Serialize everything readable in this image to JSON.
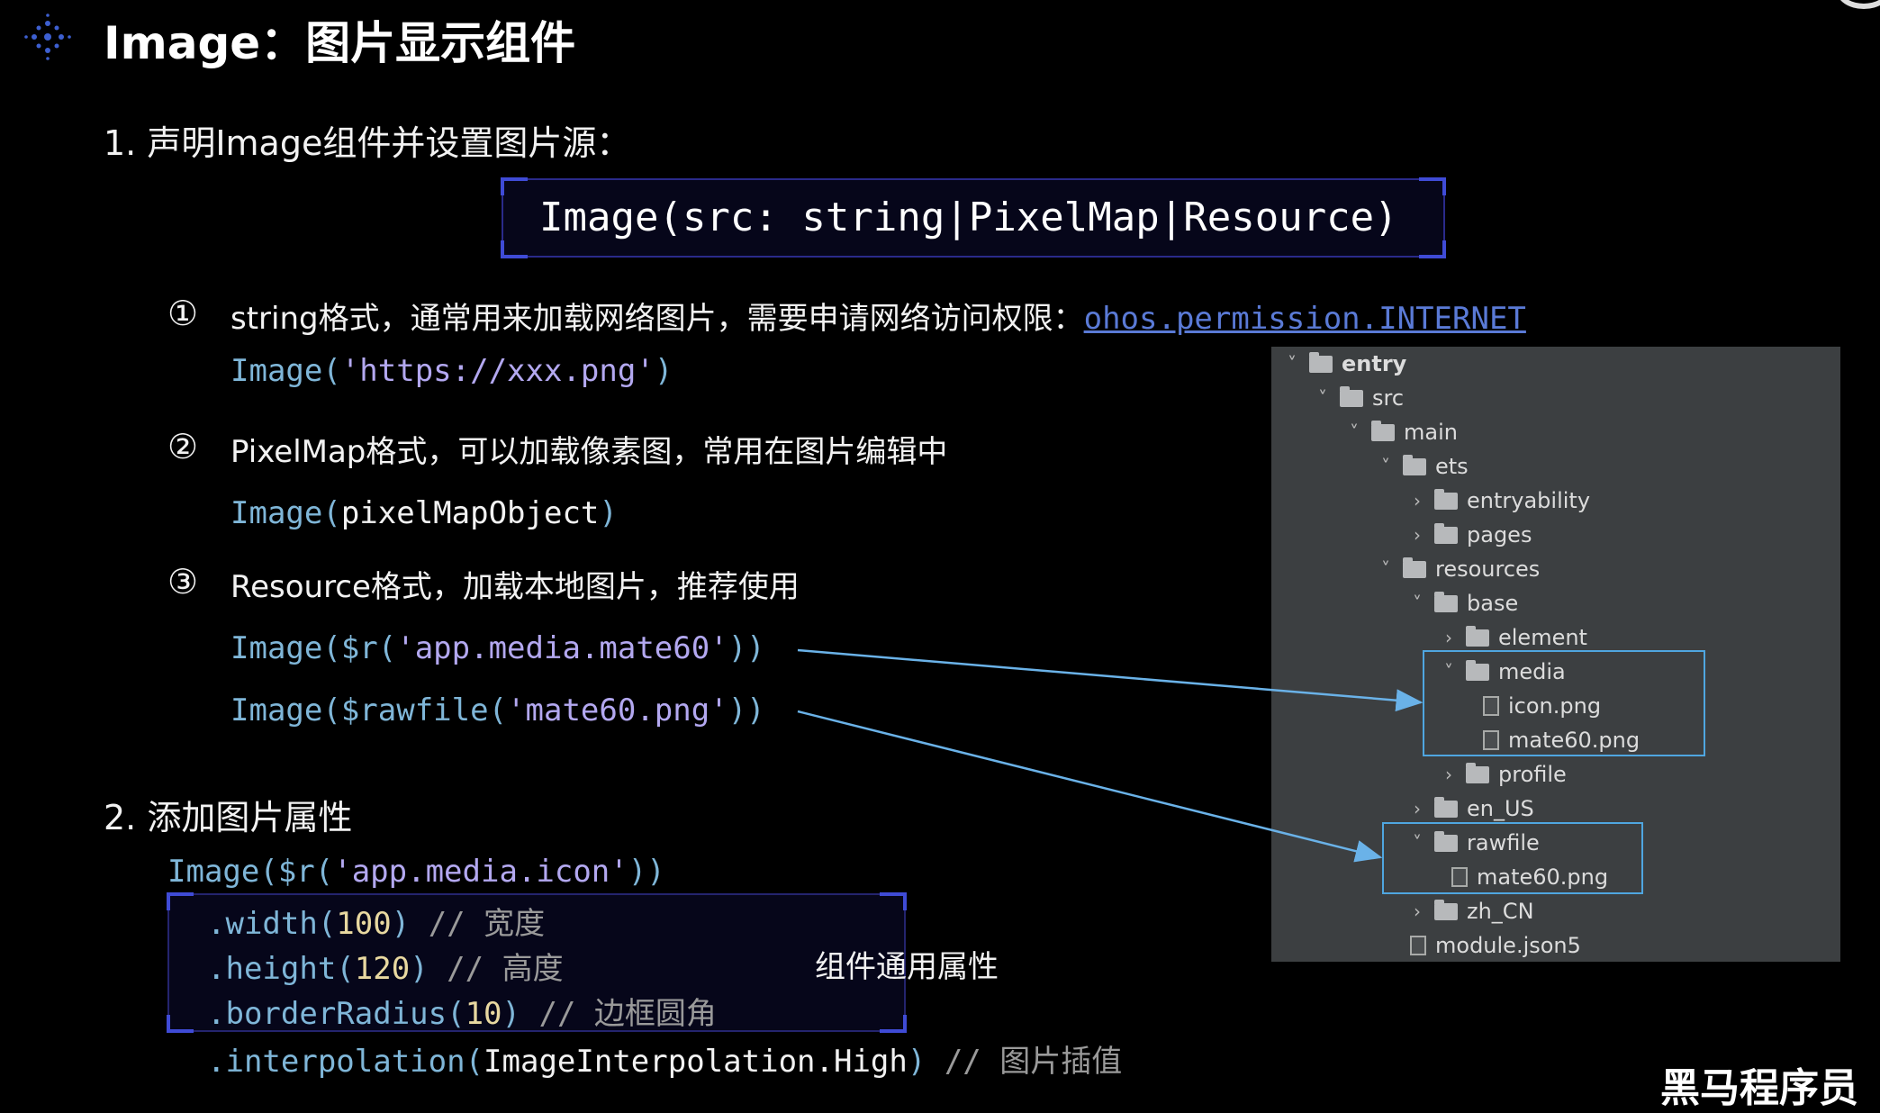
{
  "title": "Image：图片显示组件",
  "section1": {
    "heading": "1. 声明Image组件并设置图片源：",
    "signature": "Image(src: string|PixelMap|Resource)",
    "items": [
      {
        "marker": "①",
        "text": "string格式，通常用来加载网络图片，需要申请网络访问权限：",
        "link": "ohos.permission.INTERNET"
      },
      {
        "marker": "②",
        "text": "PixelMap格式，可以加载像素图，常用在图片编辑中"
      },
      {
        "marker": "③",
        "text": "Resource格式，加载本地图片，推荐使用"
      }
    ],
    "code1": {
      "fn": "Image(",
      "str": "'https://xxx.png'",
      "end": ")"
    },
    "code2": {
      "fn": "Image(",
      "arg": "pixelMapObject",
      "end": ")"
    },
    "code3": {
      "fn": "Image($r(",
      "str": "'app.media.mate60'",
      "end": "))"
    },
    "code4": {
      "fn": "Image($rawfile(",
      "str": "'mate60.png'",
      "end": "))"
    }
  },
  "section2": {
    "heading": "2. 添加图片属性",
    "line0": {
      "fn": "Image($r(",
      "str": "'app.media.icon'",
      "end": "))"
    },
    "line1": {
      "fn": ".width(",
      "num": "100",
      "end": ")",
      "cmt": "// 宽度"
    },
    "line2": {
      "fn": ".height(",
      "num": "120",
      "end": ")",
      "cmt": "// 高度"
    },
    "line3": {
      "fn": ".borderRadius(",
      "num": "10",
      "end": ")",
      "cmt": "// 边框圆角"
    },
    "line4": {
      "fn": ".interpolation(",
      "arg": "ImageInterpolation.High",
      "end": ")",
      "cmt": "// 图片插值"
    },
    "box_label": "组件通用属性"
  },
  "tree": {
    "rows": [
      {
        "label": "entry",
        "chev": "˅",
        "type": "folder"
      },
      {
        "label": "src",
        "chev": "˅",
        "type": "folder"
      },
      {
        "label": "main",
        "chev": "˅",
        "type": "folder"
      },
      {
        "label": "ets",
        "chev": "˅",
        "type": "folder"
      },
      {
        "label": "entryability",
        "chev": "›",
        "type": "folder"
      },
      {
        "label": "pages",
        "chev": "›",
        "type": "folder"
      },
      {
        "label": "resources",
        "chev": "˅",
        "type": "folder"
      },
      {
        "label": "base",
        "chev": "˅",
        "type": "folder"
      },
      {
        "label": "element",
        "chev": "›",
        "type": "folder"
      },
      {
        "label": "media",
        "chev": "˅",
        "type": "folder"
      },
      {
        "label": "icon.png",
        "chev": "",
        "type": "file"
      },
      {
        "label": "mate60.png",
        "chev": "",
        "type": "file"
      },
      {
        "label": "profile",
        "chev": "›",
        "type": "folder"
      },
      {
        "label": "en_US",
        "chev": "›",
        "type": "folder"
      },
      {
        "label": "rawfile",
        "chev": "˅",
        "type": "folder"
      },
      {
        "label": "mate60.png",
        "chev": "",
        "type": "file"
      },
      {
        "label": "zh_CN",
        "chev": "›",
        "type": "folder"
      },
      {
        "label": "module.json5",
        "chev": "",
        "type": "file"
      }
    ]
  },
  "watermark": "黑马程序员",
  "colors": {
    "function": "#7fb6d8",
    "string": "#b3a8f0",
    "number": "#e8d8a0",
    "comment": "#9a9a9a",
    "link": "#5a7ad6",
    "highlight": "#4fa6e0"
  }
}
